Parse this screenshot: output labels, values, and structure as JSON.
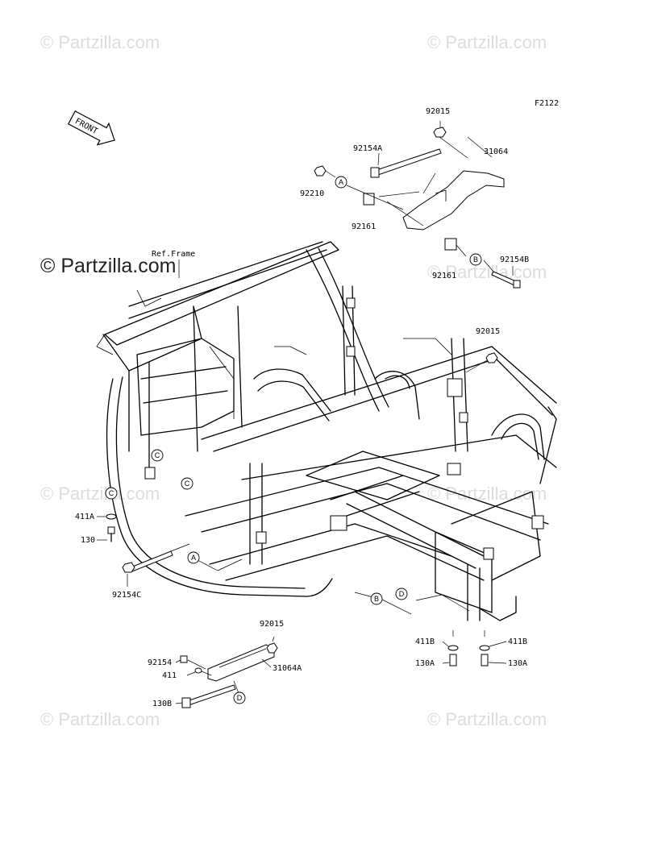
{
  "figure_code": "F2122",
  "front_arrow_label": "FRONT",
  "ref_label": "Ref.Frame",
  "watermark": "© Partzilla.com",
  "callouts": [
    "A",
    "B",
    "C",
    "D"
  ],
  "parts": [
    {
      "id": "p92015_top",
      "number": "92015"
    },
    {
      "id": "p92154A",
      "number": "92154A"
    },
    {
      "id": "p31064",
      "number": "31064"
    },
    {
      "id": "p92210",
      "number": "92210"
    },
    {
      "id": "p92161_a",
      "number": "92161"
    },
    {
      "id": "p92154B",
      "number": "92154B"
    },
    {
      "id": "p92161_b",
      "number": "92161"
    },
    {
      "id": "p92015_mid",
      "number": "92015"
    },
    {
      "id": "p411A",
      "number": "411A"
    },
    {
      "id": "p130",
      "number": "130"
    },
    {
      "id": "p92154C",
      "number": "92154C"
    },
    {
      "id": "p92015_low",
      "number": "92015"
    },
    {
      "id": "p92154",
      "number": "92154"
    },
    {
      "id": "p411",
      "number": "411"
    },
    {
      "id": "p31064A",
      "number": "31064A"
    },
    {
      "id": "p130B",
      "number": "130B"
    },
    {
      "id": "p411B_l",
      "number": "411B"
    },
    {
      "id": "p411B_r",
      "number": "411B"
    },
    {
      "id": "p130A_l",
      "number": "130A"
    },
    {
      "id": "p130A_r",
      "number": "130A"
    }
  ]
}
